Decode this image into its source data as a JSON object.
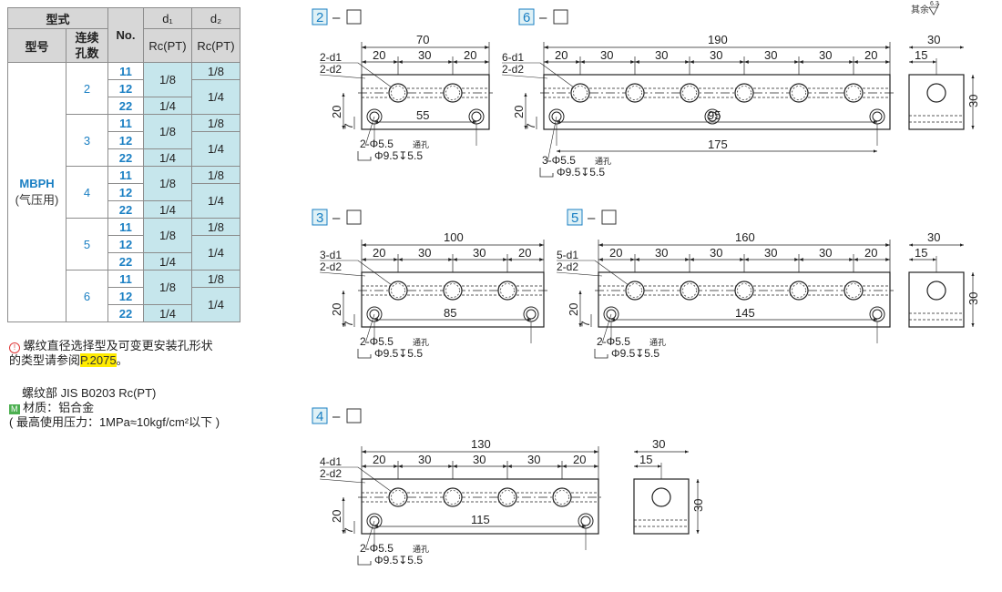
{
  "table": {
    "header": {
      "type_group": "型式",
      "model": "型号",
      "holes": "连续\n孔数",
      "no": "No.",
      "d1": "d₁",
      "d2": "d₂",
      "rc": "Rc(PT)"
    },
    "series": "MBPH",
    "series_note": "(气压用)",
    "groups": [
      {
        "holes": "2",
        "rows": [
          "11",
          "12",
          "22"
        ]
      },
      {
        "holes": "3",
        "rows": [
          "11",
          "12",
          "22"
        ]
      },
      {
        "holes": "4",
        "rows": [
          "11",
          "12",
          "22"
        ]
      },
      {
        "holes": "5",
        "rows": [
          "11",
          "12",
          "22"
        ]
      },
      {
        "holes": "6",
        "rows": [
          "11",
          "12",
          "22"
        ]
      }
    ],
    "d1_top": "1/8",
    "d1_bottom": "1/4",
    "d2_top": "1/8",
    "d2_bottom": "1/4"
  },
  "notes": {
    "warning_icon": "warning-icon",
    "line1": "螺纹直径选择型及可变更安装孔形状",
    "line2a": "的类型请参阅",
    "line2_link": "P.2075",
    "line2b": "。",
    "thread": "螺纹部 JIS B0203 Rc(PT)",
    "material_badge": "M",
    "material": "材质：铝合金",
    "pressure": "( 最高使用压力：1MPa≈10kgf/cm²以下 )"
  },
  "roughness": {
    "label": "其余",
    "value": "6.3"
  },
  "drawings": {
    "d2": {
      "id": "2",
      "length": "70",
      "pitches": [
        "20",
        "30",
        "20"
      ],
      "d1": "2-d1",
      "d2": "2-d2",
      "height": "20",
      "offset": "7",
      "mount": "55",
      "mount2": "",
      "holes": "2-Φ5.5",
      "thru": "通孔",
      "cbore": "Φ9.5↧5.5"
    },
    "d6": {
      "id": "6",
      "length": "190",
      "pitches": [
        "20",
        "30",
        "30",
        "30",
        "30",
        "30",
        "20"
      ],
      "d1": "6-d1",
      "d2": "2-d2",
      "height": "20",
      "offset": "7",
      "mount": "95",
      "mount2": "175",
      "holes": "3-Φ5.5",
      "thru": "通孔",
      "cbore": "Φ9.5↧5.5"
    },
    "d3": {
      "id": "3",
      "length": "100",
      "pitches": [
        "20",
        "30",
        "30",
        "20"
      ],
      "d1": "3-d1",
      "d2": "2-d2",
      "height": "20",
      "offset": "7",
      "mount": "85",
      "mount2": "",
      "holes": "2-Φ5.5",
      "thru": "通孔",
      "cbore": "Φ9.5↧5.5"
    },
    "d5": {
      "id": "5",
      "length": "160",
      "pitches": [
        "20",
        "30",
        "30",
        "30",
        "30",
        "20"
      ],
      "d1": "5-d1",
      "d2": "2-d2",
      "height": "20",
      "offset": "7",
      "mount": "145",
      "mount2": "",
      "holes": "2-Φ5.5",
      "thru": "通孔",
      "cbore": "Φ9.5↧5.5"
    },
    "d4": {
      "id": "4",
      "length": "130",
      "pitches": [
        "20",
        "30",
        "30",
        "30",
        "20"
      ],
      "d1": "4-d1",
      "d2": "2-d2",
      "height": "20",
      "offset": "7",
      "mount": "115",
      "mount2": "",
      "holes": "2-Φ5.5",
      "thru": "通孔",
      "cbore": "Φ9.5↧5.5"
    },
    "side": {
      "width": "30",
      "center": "15",
      "height": "30"
    },
    "dash": "–"
  }
}
